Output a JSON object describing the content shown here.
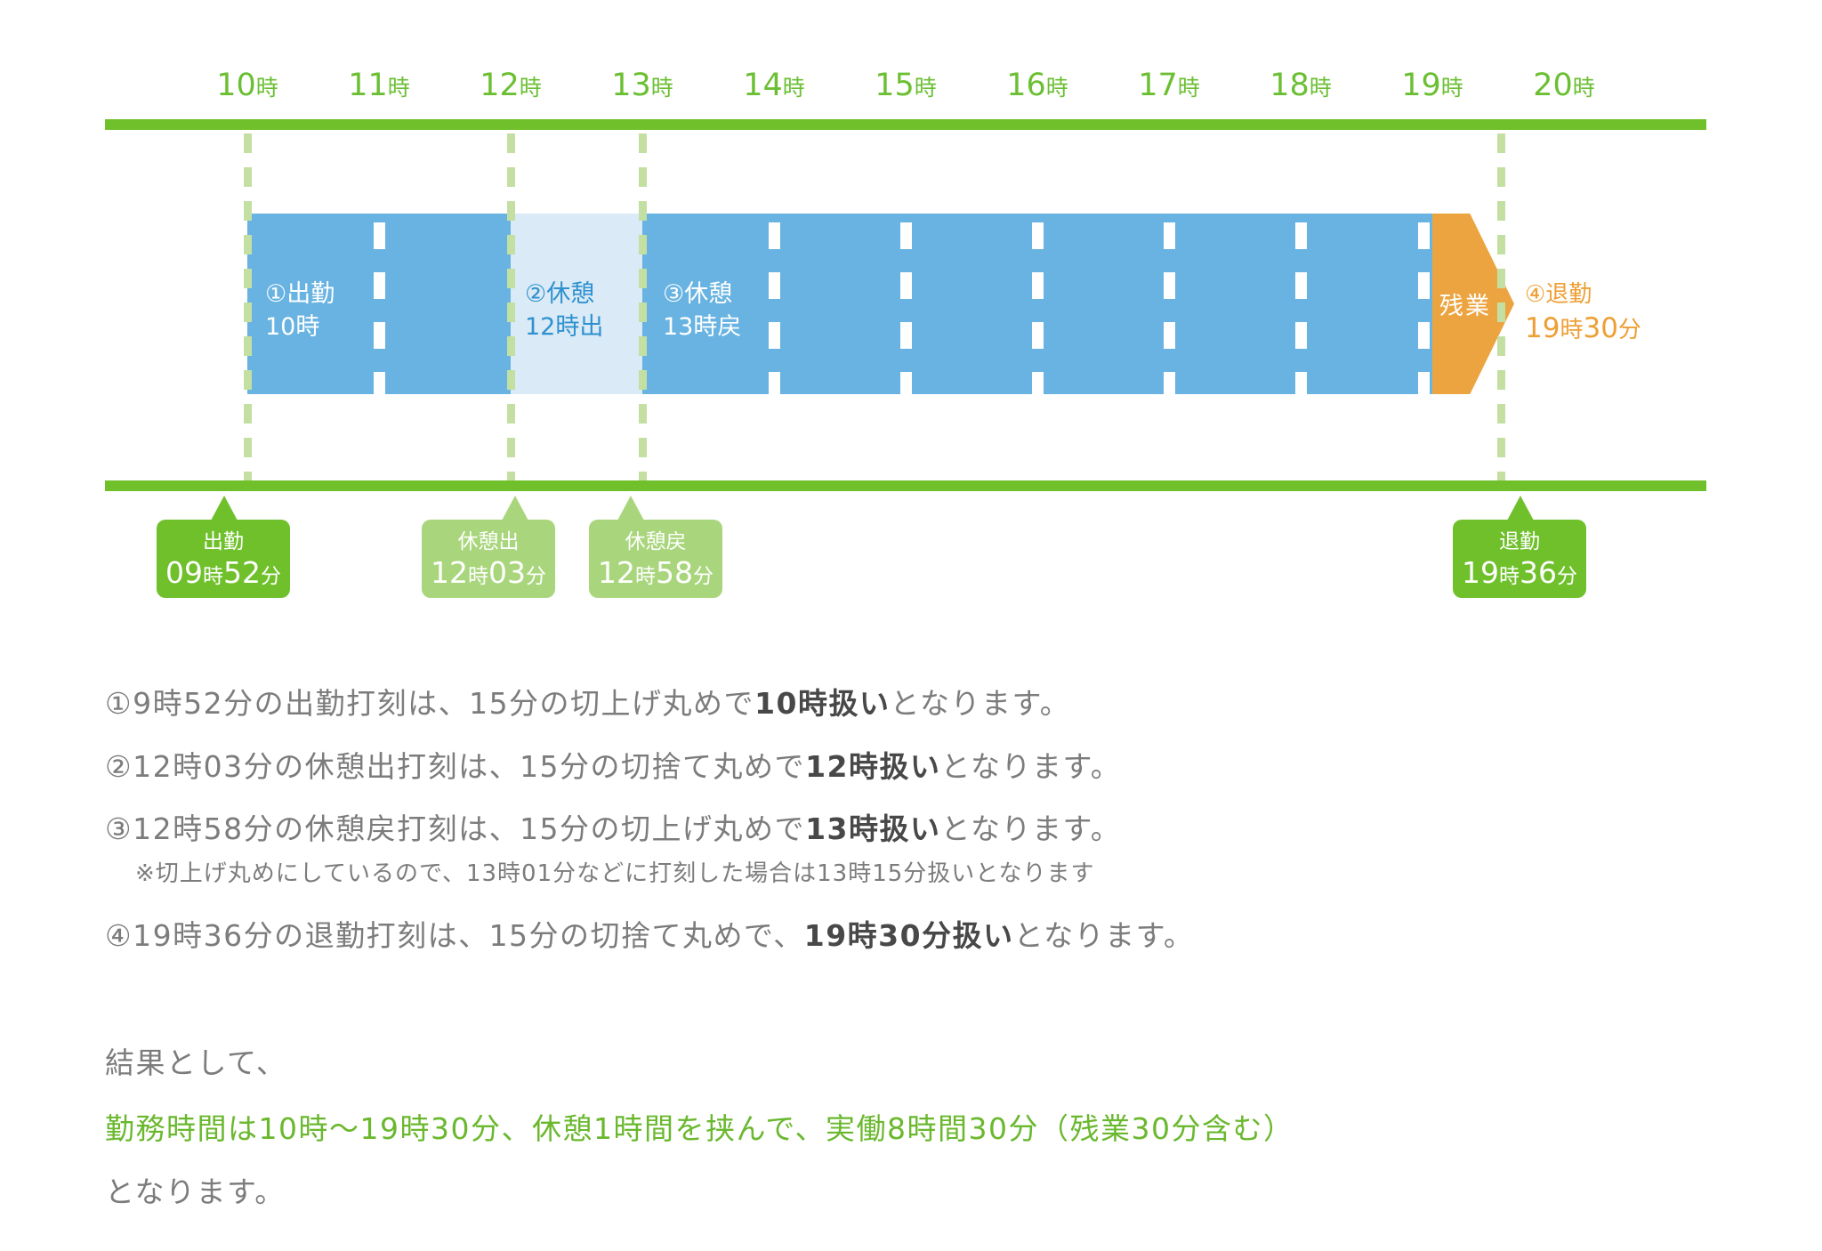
{
  "colors": {
    "green_main": "#6fc02a",
    "green_text": "#6bbf33",
    "green_pale_dash": "#c3e0a2",
    "green_callout_light": "#a9d67c",
    "blue_bar": "#68b3e1",
    "blue_break": "#daeaf6",
    "blue_label_text": "#2f91d0",
    "orange": "#eca440",
    "orange_text": "#ee9f35",
    "gray_text": "#7c7c7c",
    "gray_bold_text": "#484848",
    "summary_green_text": "#6ab82e"
  },
  "timeline": {
    "hours": [
      "10時",
      "11時",
      "12時",
      "13時",
      "14時",
      "15時",
      "16時",
      "17時",
      "18時",
      "19時",
      "20時"
    ],
    "bar_labels": {
      "checkin": {
        "line1": "①出勤",
        "line2": "10時"
      },
      "break_out": {
        "line1": "②休憩",
        "line2": "12時出"
      },
      "break_back": {
        "line1": "③休憩",
        "line2": "13時戻"
      },
      "overtime": "残業",
      "checkout": {
        "line1": "④退勤",
        "line2": "19時30分"
      }
    },
    "callouts": [
      {
        "title": "出勤",
        "time": "09時52分"
      },
      {
        "title": "休憩出",
        "time": "12時03分"
      },
      {
        "title": "休憩戻",
        "time": "12時58分"
      },
      {
        "title": "退勤",
        "time": "19時36分"
      }
    ]
  },
  "explanations": [
    {
      "pre": "①9時52分の出勤打刻は、15分の切上げ丸めで",
      "strong": "10時扱い",
      "post": "となります。"
    },
    {
      "pre": "②12時03分の休憩出打刻は、15分の切捨て丸めで",
      "strong": "12時扱い",
      "post": "となります。"
    },
    {
      "pre": "③12時58分の休憩戻打刻は、15分の切上げ丸めで",
      "strong": "13時扱い",
      "post": "となります。",
      "note": "※切上げ丸めにしているので、13時01分などに打刻した場合は13時15分扱いとなります"
    },
    {
      "pre": "④19時36分の退勤打刻は、15分の切捨て丸めで、",
      "strong": "19時30分扱い",
      "post": "となります。"
    }
  ],
  "summary": {
    "intro": "結果として、",
    "highlight": "勤務時間は10時～19時30分、休憩1時間を挟んで、実働8時間30分（残業30分含む）",
    "outro": "となります。"
  }
}
